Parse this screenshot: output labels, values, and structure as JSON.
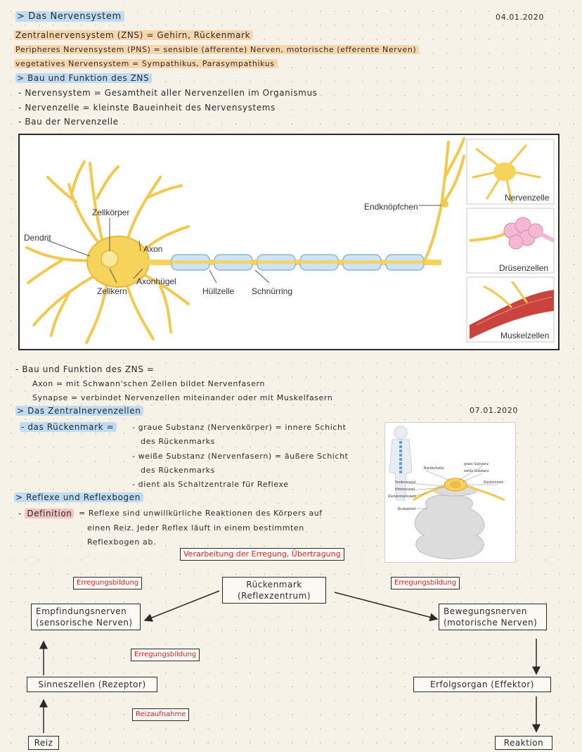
{
  "header": {
    "title": "> Das Nervensystem",
    "date1": "04.01.2020"
  },
  "intro": {
    "zns": "Zentralnervensystem (ZNS) = Gehirn, Rückenmark",
    "pns": "Peripheres Nervensystem (PNS) = sensible (afferente) Nerven, motorische (efferente Nerven)",
    "veg": "vegetatives Nervensystem = Sympathikus, Parasympathikus"
  },
  "section1": {
    "heading": "> Bau und Funktion des ZNS",
    "bullets": [
      "- Nervensystem = Gesamtheit aller Nervenzellen im Organismus",
      "- Nervenzelle = kleinste Baueinheit des Nervensystems",
      "- Bau der Nervenzelle"
    ]
  },
  "neuron_diagram": {
    "labels": {
      "dendrit": "Dendrit",
      "zellkoerper": "Zellkörper",
      "axon": "Axon",
      "axonhuegel": "Axonhügel",
      "zellkern": "Zellkern",
      "huellzelle": "Hüllzelle",
      "schnuerring": "Schnürring",
      "endknoepfchen": "Endknöpfchen"
    },
    "side_panels": [
      "Nervenzelle",
      "Drüsenzellen",
      "Muskelzellen"
    ]
  },
  "section2": {
    "line1": "- Bau und Funktion des ZNS =",
    "axon": "Axon = mit Schwann'schen Zellen bildet Nervenfasern",
    "synapse": "Synapse = verbindet Nervenzellen miteinander oder mit Muskelfasern",
    "heading": "> Das Zentralnervenzellen",
    "date2": "07.01.2020",
    "rm_label": "- das Rückenmark =",
    "rm_items": [
      "- graue Substanz (Nervenkörper) = innere Schicht",
      "des Rückenmarks",
      "- weiße Substanz (Nervenfasern) = äußere Schicht",
      "des Rückenmarks",
      "- dient als Schaltzentrale für Reflexe"
    ]
  },
  "spine_image": {
    "labels": [
      "Bandscheibe",
      "graue Substanz",
      "weiße Substanz",
      "Rückenmark",
      "Vorderwurzel",
      "Hinterwurzel",
      "Rückenmarksnerv",
      "Brustwirbel"
    ]
  },
  "section3": {
    "heading": "> Reflexe und Reflexbogen",
    "def_label": "Definition",
    "def_text": [
      "= Reflexe sind unwillkürliche Reaktionen des Körpers auf",
      "einen Reiz. Jeder Reflex läuft in einem bestimmten",
      "Reflexbogen ab."
    ]
  },
  "flow": {
    "center_top": "Verarbeitung der Erregung, Übertragung",
    "center_line1": "Rückenmark",
    "center_line2": "(Reflexzentrum)",
    "red_left": "Erregungsbildung",
    "red_right": "Erregungsbildung",
    "left_nerve_line1": "Empfindungsnerven",
    "left_nerve_line2": "(sensorische Nerven)",
    "right_nerve_line1": "Bewegungsnerven",
    "right_nerve_line2": "(motorische Nerven)",
    "red_mid": "Erregungsbildung",
    "sinneszellen": "Sinneszellen (Rezeptor)",
    "erfolgsorgan": "Erfolgsorgan (Effektor)",
    "red_reiz": "Reizaufnahme",
    "reiz": "Reiz",
    "reaktion": "Reaktion"
  }
}
